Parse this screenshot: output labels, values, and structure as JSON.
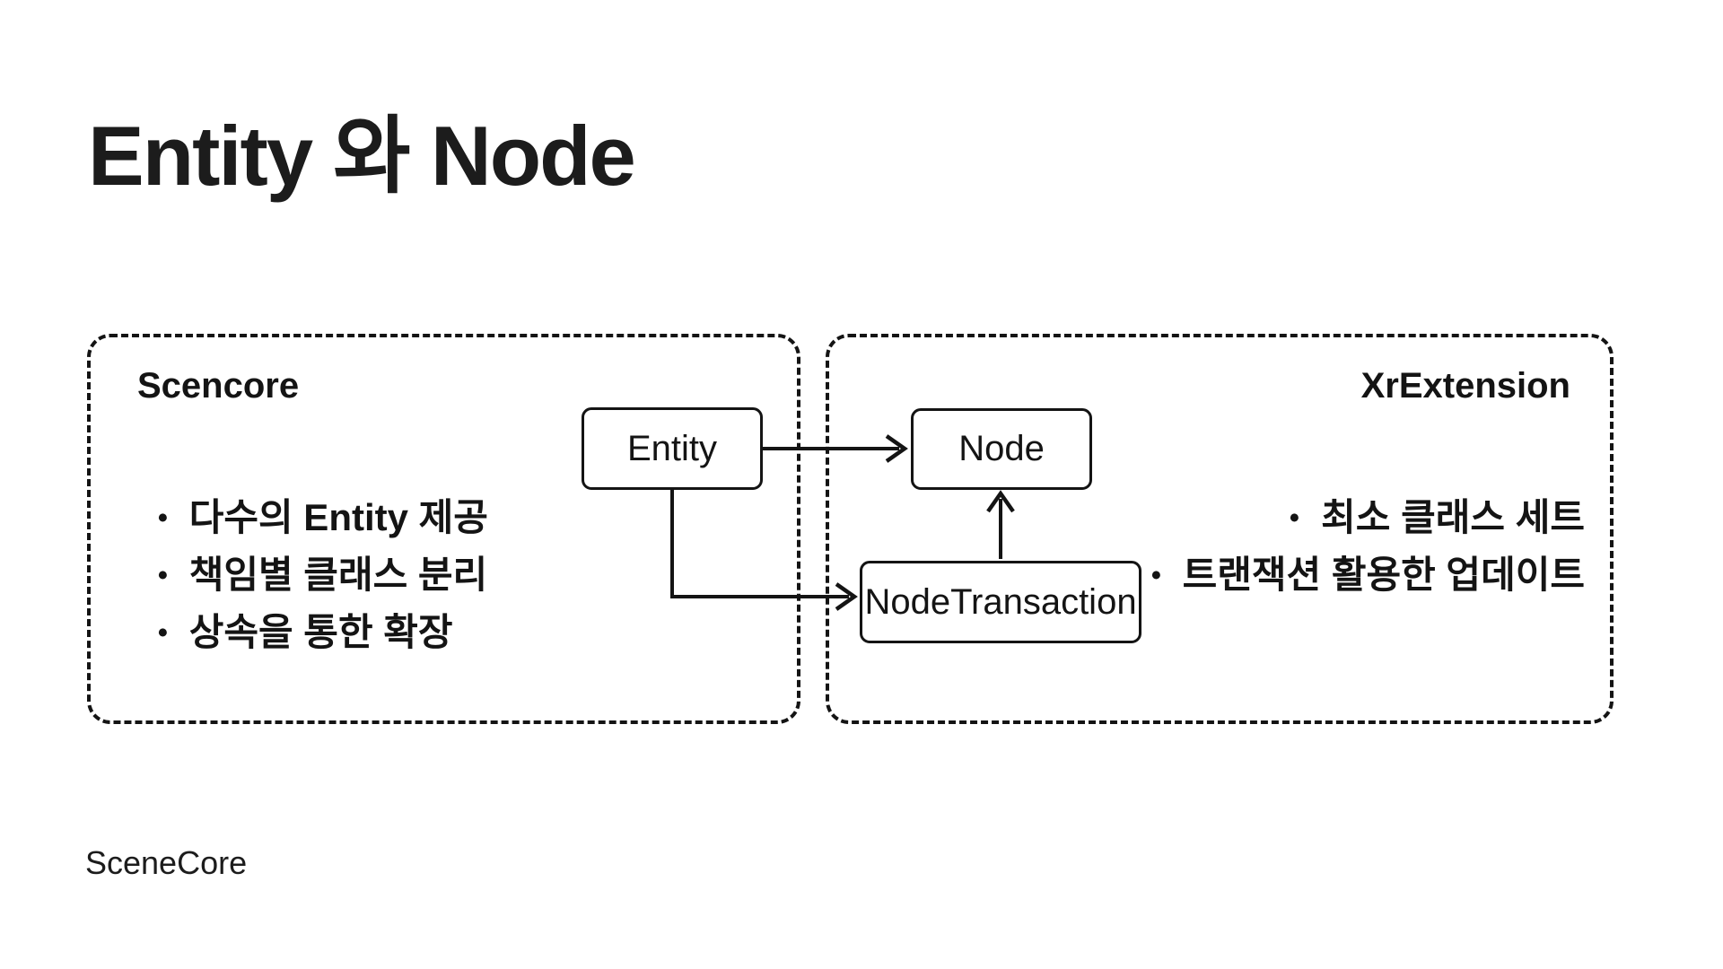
{
  "title": "Entity 와 Node",
  "footer": "SceneCore",
  "left_panel": {
    "label": "Scencore",
    "bullets": [
      "다수의 Entity 제공",
      "책임별 클래스 분리",
      "상속을 통한 확장"
    ]
  },
  "right_panel": {
    "label": "XrExtension",
    "bullets": [
      "최소 클래스 세트",
      "트랜잭션 활용한 업데이트"
    ]
  },
  "diagram": {
    "nodes": {
      "entity": "Entity",
      "node": "Node",
      "node_transaction": "NodeTransaction"
    },
    "edges": [
      {
        "from": "Entity",
        "to": "Node"
      },
      {
        "from": "Entity",
        "to": "NodeTransaction"
      },
      {
        "from": "NodeTransaction",
        "to": "Node"
      }
    ]
  },
  "colors": {
    "background": "#ffffff",
    "ink": "#141414"
  }
}
